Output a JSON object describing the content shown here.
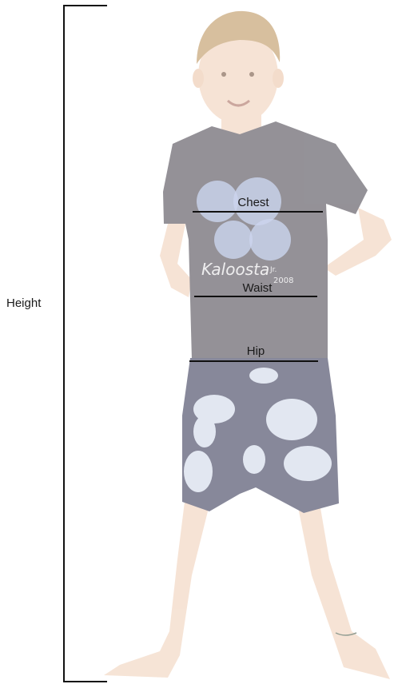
{
  "labels": {
    "height": "Height",
    "chest": "Chest",
    "waist": "Waist",
    "hip": "Hip"
  },
  "shirt_print": {
    "brand": "Kaloosta",
    "sub": "Jr.",
    "year": "2008"
  },
  "colors": {
    "measure_line": "#111111",
    "shirt": "#6b6870",
    "skin": "#f3d9c6",
    "hair": "#c9a77a",
    "shorts": "#5a5b74",
    "flower": "#dfe6f3"
  }
}
